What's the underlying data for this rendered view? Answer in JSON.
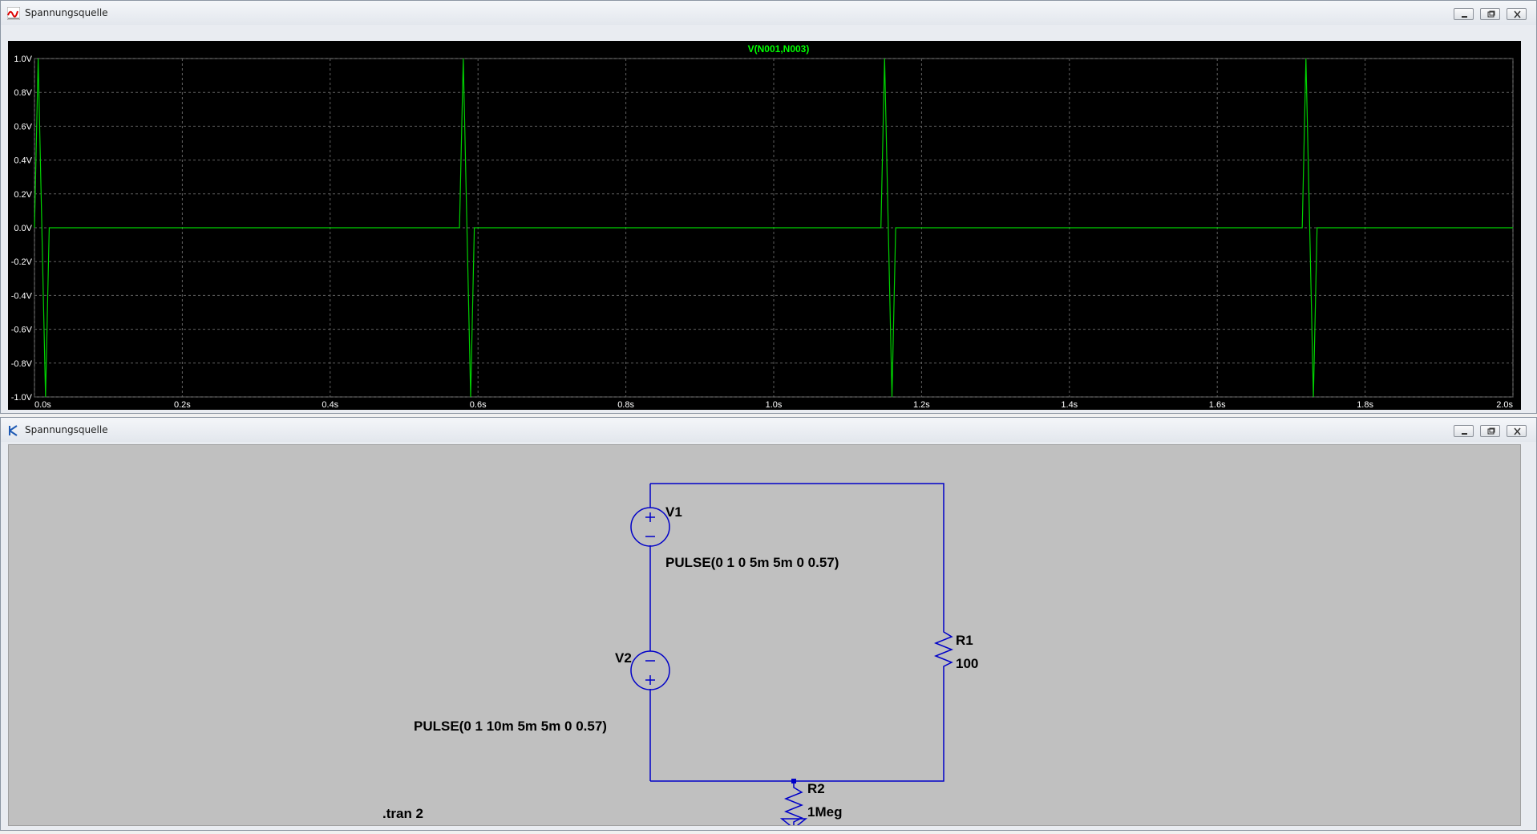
{
  "plot_window": {
    "title": "Spannungsquelle",
    "trace_label": "V(N001,N003)"
  },
  "schematic_window": {
    "title": "Spannungsquelle",
    "components": {
      "v1": {
        "name": "V1",
        "value": "PULSE(0 1 0 5m 5m 0 0.57)"
      },
      "v2": {
        "name": "V2",
        "value": "PULSE(0 1 10m 5m 5m 0 0.57)"
      },
      "r1": {
        "name": "R1",
        "value": "100"
      },
      "r2": {
        "name": "R2",
        "value": "1Meg"
      }
    },
    "directive": ".tran 2"
  },
  "colors": {
    "plot_bg": "#000000",
    "trace": "#00d000",
    "trace_label": "#00ff00",
    "axis_text": "#ffffff",
    "wire": "#0000c8",
    "schematic_bg": "#c0c0c0"
  },
  "chart_data": {
    "type": "line",
    "series": [
      {
        "name": "V(N001,N003)",
        "x": [
          0,
          0.005,
          0.01,
          0.015,
          0.02,
          0.575,
          0.58,
          0.585,
          0.59,
          0.595,
          1.145,
          1.15,
          1.155,
          1.16,
          1.165,
          1.715,
          1.72,
          1.725,
          1.73,
          1.735,
          2.0
        ],
        "y": [
          0,
          1.0,
          0,
          -1.0,
          0,
          0,
          1.0,
          0,
          -1.0,
          0,
          0,
          1.0,
          0,
          -1.0,
          0,
          0,
          1.0,
          0,
          -1.0,
          0,
          0
        ]
      }
    ],
    "xlim": [
      0,
      2.0
    ],
    "ylim": [
      -1.0,
      1.0
    ],
    "x_ticks": [
      "0.0s",
      "0.2s",
      "0.4s",
      "0.6s",
      "0.8s",
      "1.0s",
      "1.2s",
      "1.4s",
      "1.6s",
      "1.8s",
      "2.0s"
    ],
    "y_ticks": [
      "1.0V",
      "0.8V",
      "0.6V",
      "0.4V",
      "0.2V",
      "0.0V",
      "-0.2V",
      "-0.4V",
      "-0.6V",
      "-0.8V",
      "-1.0V"
    ],
    "grid": true
  }
}
